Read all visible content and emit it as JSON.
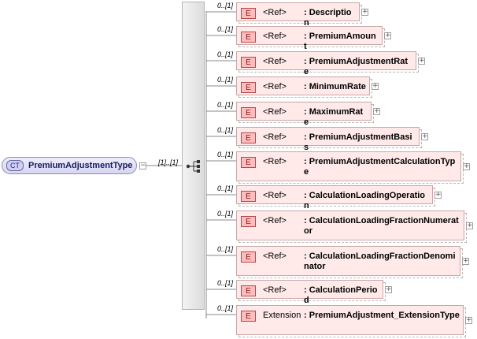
{
  "complex_type": {
    "badge": "CT",
    "name": "PremiumAdjustmentType",
    "multiplicity": "[1]..[1]"
  },
  "toggle_symbols": {
    "collapse": "−",
    "expand": "+"
  },
  "elements": [
    {
      "badge": "E",
      "keyword": "<Ref>",
      "name": "Description",
      "multiplicity": "0..[1]"
    },
    {
      "badge": "E",
      "keyword": "<Ref>",
      "name": "PremiumAmount",
      "multiplicity": "0..[1]"
    },
    {
      "badge": "E",
      "keyword": "<Ref>",
      "name": "PremiumAdjustmentRate",
      "multiplicity": "0..[1]"
    },
    {
      "badge": "E",
      "keyword": "<Ref>",
      "name": "MinimumRate",
      "multiplicity": "0..[1]"
    },
    {
      "badge": "E",
      "keyword": "<Ref>",
      "name": "MaximumRate",
      "multiplicity": "0..[1]"
    },
    {
      "badge": "E",
      "keyword": "<Ref>",
      "name": "PremiumAdjustmentBasis",
      "multiplicity": "0..[1]"
    },
    {
      "badge": "E",
      "keyword": "<Ref>",
      "name": "PremiumAdjustmentCalculationType",
      "multiplicity": "0..[1]"
    },
    {
      "badge": "E",
      "keyword": "<Ref>",
      "name": "CalculationLoadingOperation",
      "multiplicity": "0..[1]"
    },
    {
      "badge": "E",
      "keyword": "<Ref>",
      "name": "CalculationLoadingFractionNumerator",
      "multiplicity": "0..[1]"
    },
    {
      "badge": "E",
      "keyword": "<Ref>",
      "name": "CalculationLoadingFractionDenominator",
      "multiplicity": "0..[1]"
    },
    {
      "badge": "E",
      "keyword": "<Ref>",
      "name": "CalculationPeriod",
      "multiplicity": "0..[1]"
    },
    {
      "badge": "E",
      "keyword": "Extension",
      "name": "PremiumAdjustment_ExtensionType",
      "multiplicity": "0..[1]"
    }
  ]
}
